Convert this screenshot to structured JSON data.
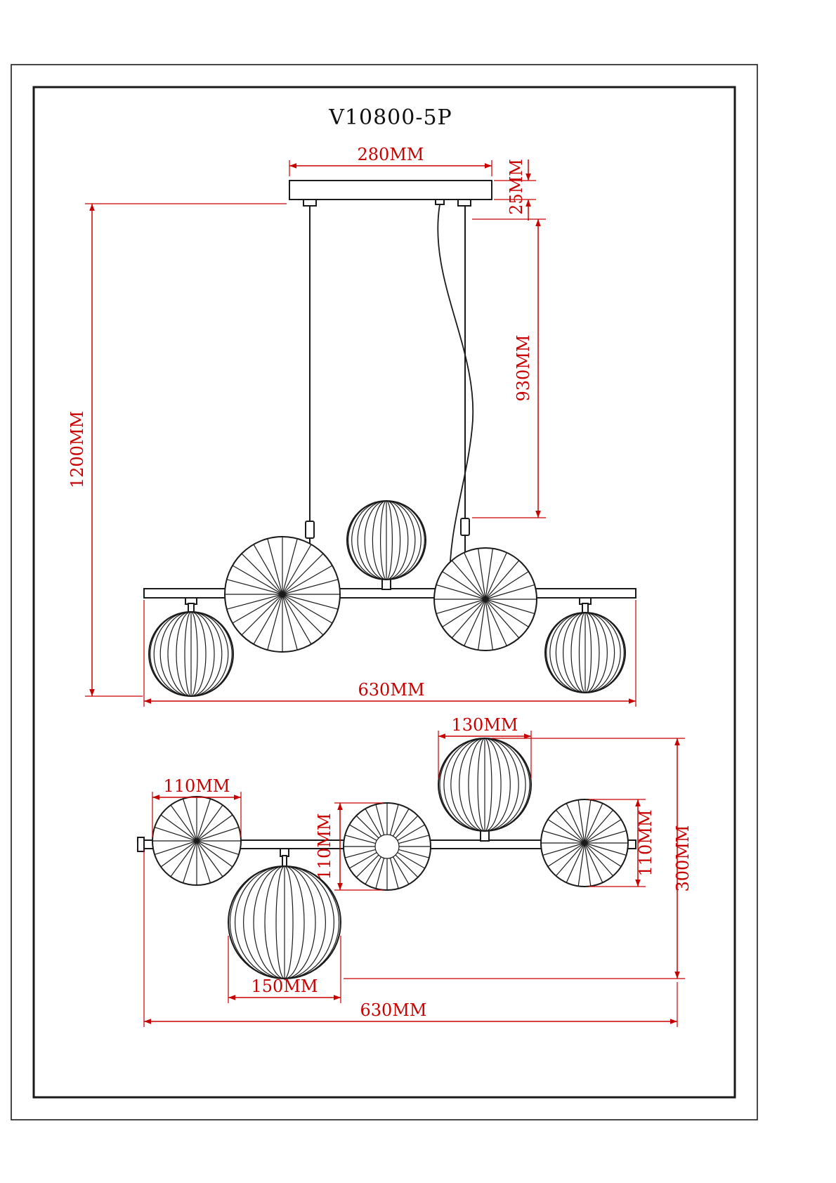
{
  "title": "V10800-5P",
  "colors": {
    "line": "#1a1a1a",
    "dimension": "#c80000",
    "background": "#ffffff"
  },
  "elevation_view": {
    "canopy_width": "280MM",
    "canopy_height": "25MM",
    "wire_drop": "930MM",
    "overall_drop": "1200MM",
    "bar_width": "630MM"
  },
  "plan_view": {
    "left_shade_diameter": "110MM",
    "center_shade_diameter": "110MM",
    "right_shade_diameter": "110MM",
    "upper_shade_diameter": "130MM",
    "lower_shade_diameter": "150MM",
    "overall_depth": "300MM",
    "overall_width": "630MM"
  }
}
